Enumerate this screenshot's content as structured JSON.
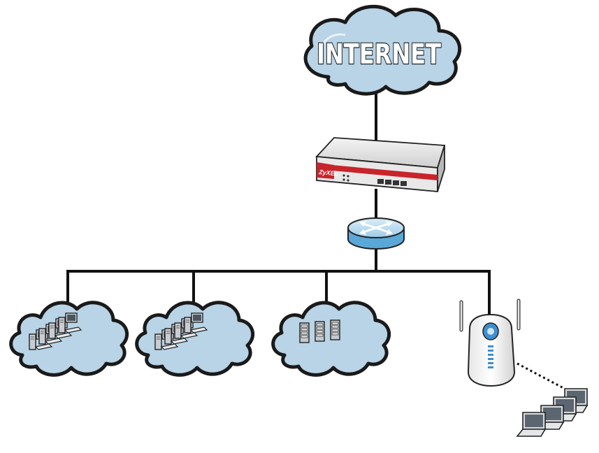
{
  "diagram": {
    "cloud_label": "INTERNET",
    "firewall_brand": "ZyXEL",
    "colors": {
      "cloud_fill": "#b8d4e6",
      "outline": "#1a1a1a",
      "firewall_red": "#c8242b",
      "router_blue": "#5aa8d8",
      "ap_blue": "#3f8fd0"
    },
    "icons": [
      "internet-cloud",
      "firewall-device",
      "router-icon",
      "workstations-cloud",
      "server-cloud",
      "wireless-access-point",
      "laptops"
    ]
  }
}
